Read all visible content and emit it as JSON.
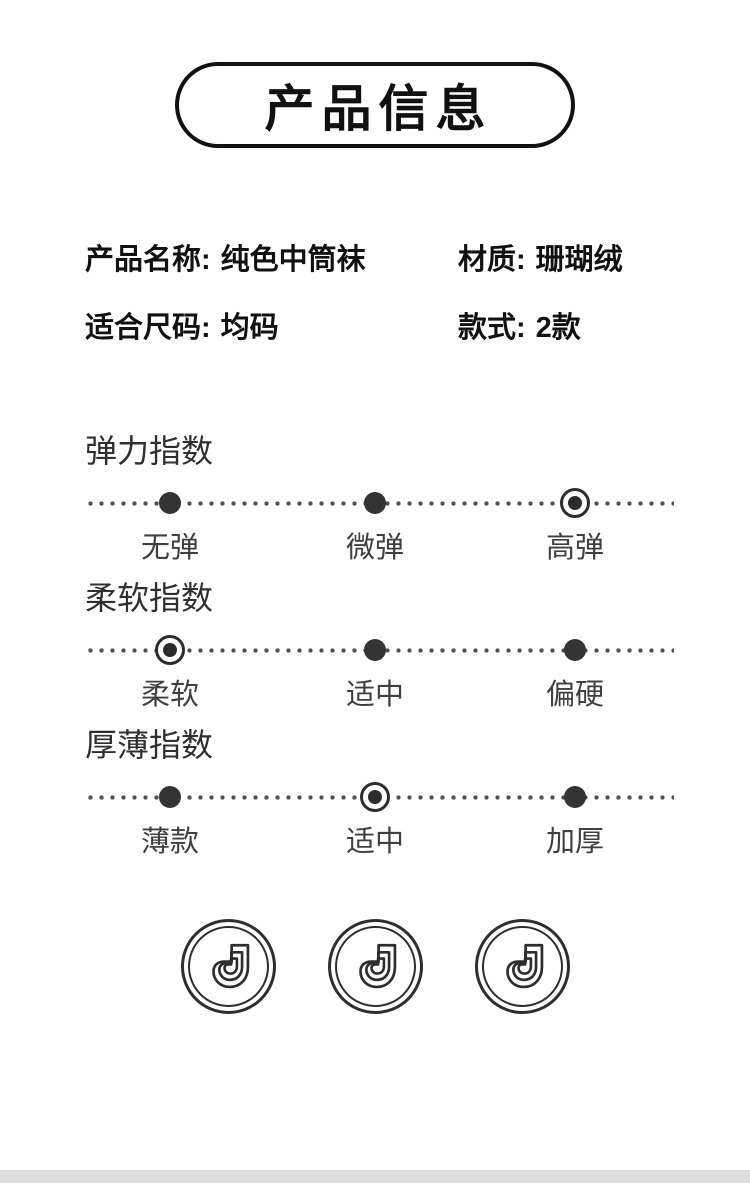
{
  "header": {
    "title": "产品信息"
  },
  "product_info": {
    "fields": [
      {
        "label": "产品名称:",
        "value": "纯色中筒袜"
      },
      {
        "label": "材质:",
        "value": "珊瑚绒"
      },
      {
        "label": "适合尺码:",
        "value": "均码"
      },
      {
        "label": "款式:",
        "value": "2款"
      }
    ]
  },
  "scales": [
    {
      "title": "弹力指数",
      "options": [
        {
          "label": "无弹",
          "selected": false
        },
        {
          "label": "微弹",
          "selected": false
        },
        {
          "label": "高弹",
          "selected": true
        }
      ]
    },
    {
      "title": "柔软指数",
      "options": [
        {
          "label": "柔软",
          "selected": true
        },
        {
          "label": "适中",
          "selected": false
        },
        {
          "label": "偏硬",
          "selected": false
        }
      ]
    },
    {
      "title": "厚薄指数",
      "options": [
        {
          "label": "薄款",
          "selected": false
        },
        {
          "label": "适中",
          "selected": true
        },
        {
          "label": "加厚",
          "selected": false
        }
      ]
    }
  ],
  "badges": {
    "items": [
      {
        "icon": "sock-icon"
      },
      {
        "icon": "sock-icon"
      },
      {
        "icon": "sock-icon"
      }
    ]
  },
  "colors": {
    "text": "#111111",
    "scale_text": "#3f3f3f",
    "dot": "#343434",
    "dotted_line": "#4d4d4d",
    "background": "#ffffff",
    "footer_strip": "#dcdcdc"
  }
}
